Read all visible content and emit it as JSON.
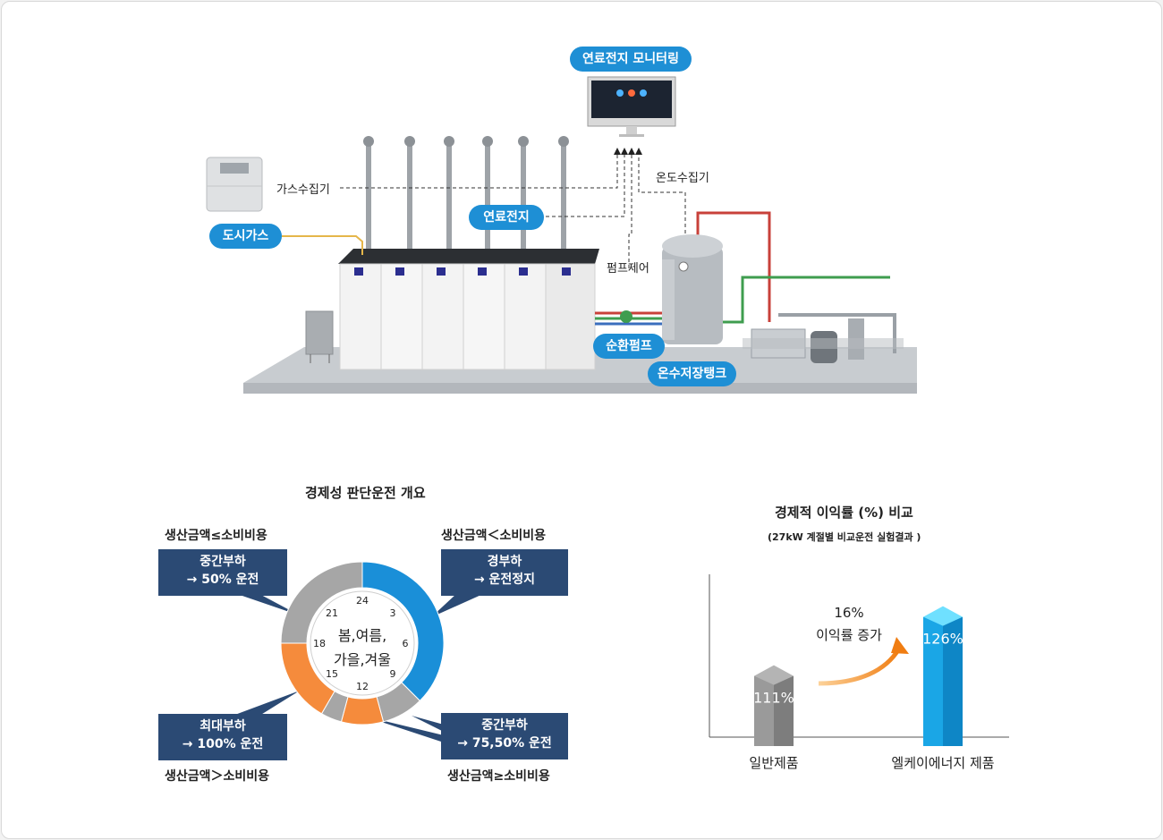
{
  "system": {
    "monitoring_label": "연료전지 모니터링",
    "gas_collector_label": "가스수집기",
    "temp_collector_label": "온도수집기",
    "fuel_cell_label": "연료전지",
    "city_gas_label": "도시가스",
    "pump_control_label": "펌프제어",
    "circulation_pump_label": "순환펌프",
    "hot_water_tank_label": "온수저장탱크"
  },
  "operation": {
    "title": "경제성 판단운전 개요",
    "center_line1": "봄,여름,",
    "center_line2": "가을,겨울",
    "hours": [
      "24",
      "3",
      "6",
      "9",
      "12",
      "15",
      "18",
      "21"
    ],
    "top_left": {
      "condition": "생산금액≤소비비용",
      "line1": "중간부하",
      "line2": "→ 50% 운전"
    },
    "top_right": {
      "condition": "생산금액＜소비비용",
      "line1": "경부하",
      "line2": "→ 운전정지"
    },
    "bottom_left": {
      "condition": "생산금액＞소비비용",
      "line1": "최대부하",
      "line2": "→ 100% 운전"
    },
    "bottom_right": {
      "condition": "생산금액≥소비비용",
      "line1": "중간부하",
      "line2": "→ 75,50% 운전"
    },
    "colors": {
      "light_load": "#1a8fd8",
      "mid_load": "#a6a6a6",
      "max_load": "#f58b3c"
    }
  },
  "chart_data": {
    "type": "bar",
    "title": "경제적 이익률 (%) 비교",
    "subtitle": "(27kW 계절별 비교운전 실험결과 )",
    "categories": [
      "일반제품",
      "엘케이에너지 제품"
    ],
    "values": [
      111,
      126
    ],
    "value_labels": [
      "111%",
      "126%"
    ],
    "annotation_line1": "16%",
    "annotation_line2": "이익률 증가",
    "colors": [
      "#9a9a9a",
      "#1aa6e6"
    ]
  }
}
